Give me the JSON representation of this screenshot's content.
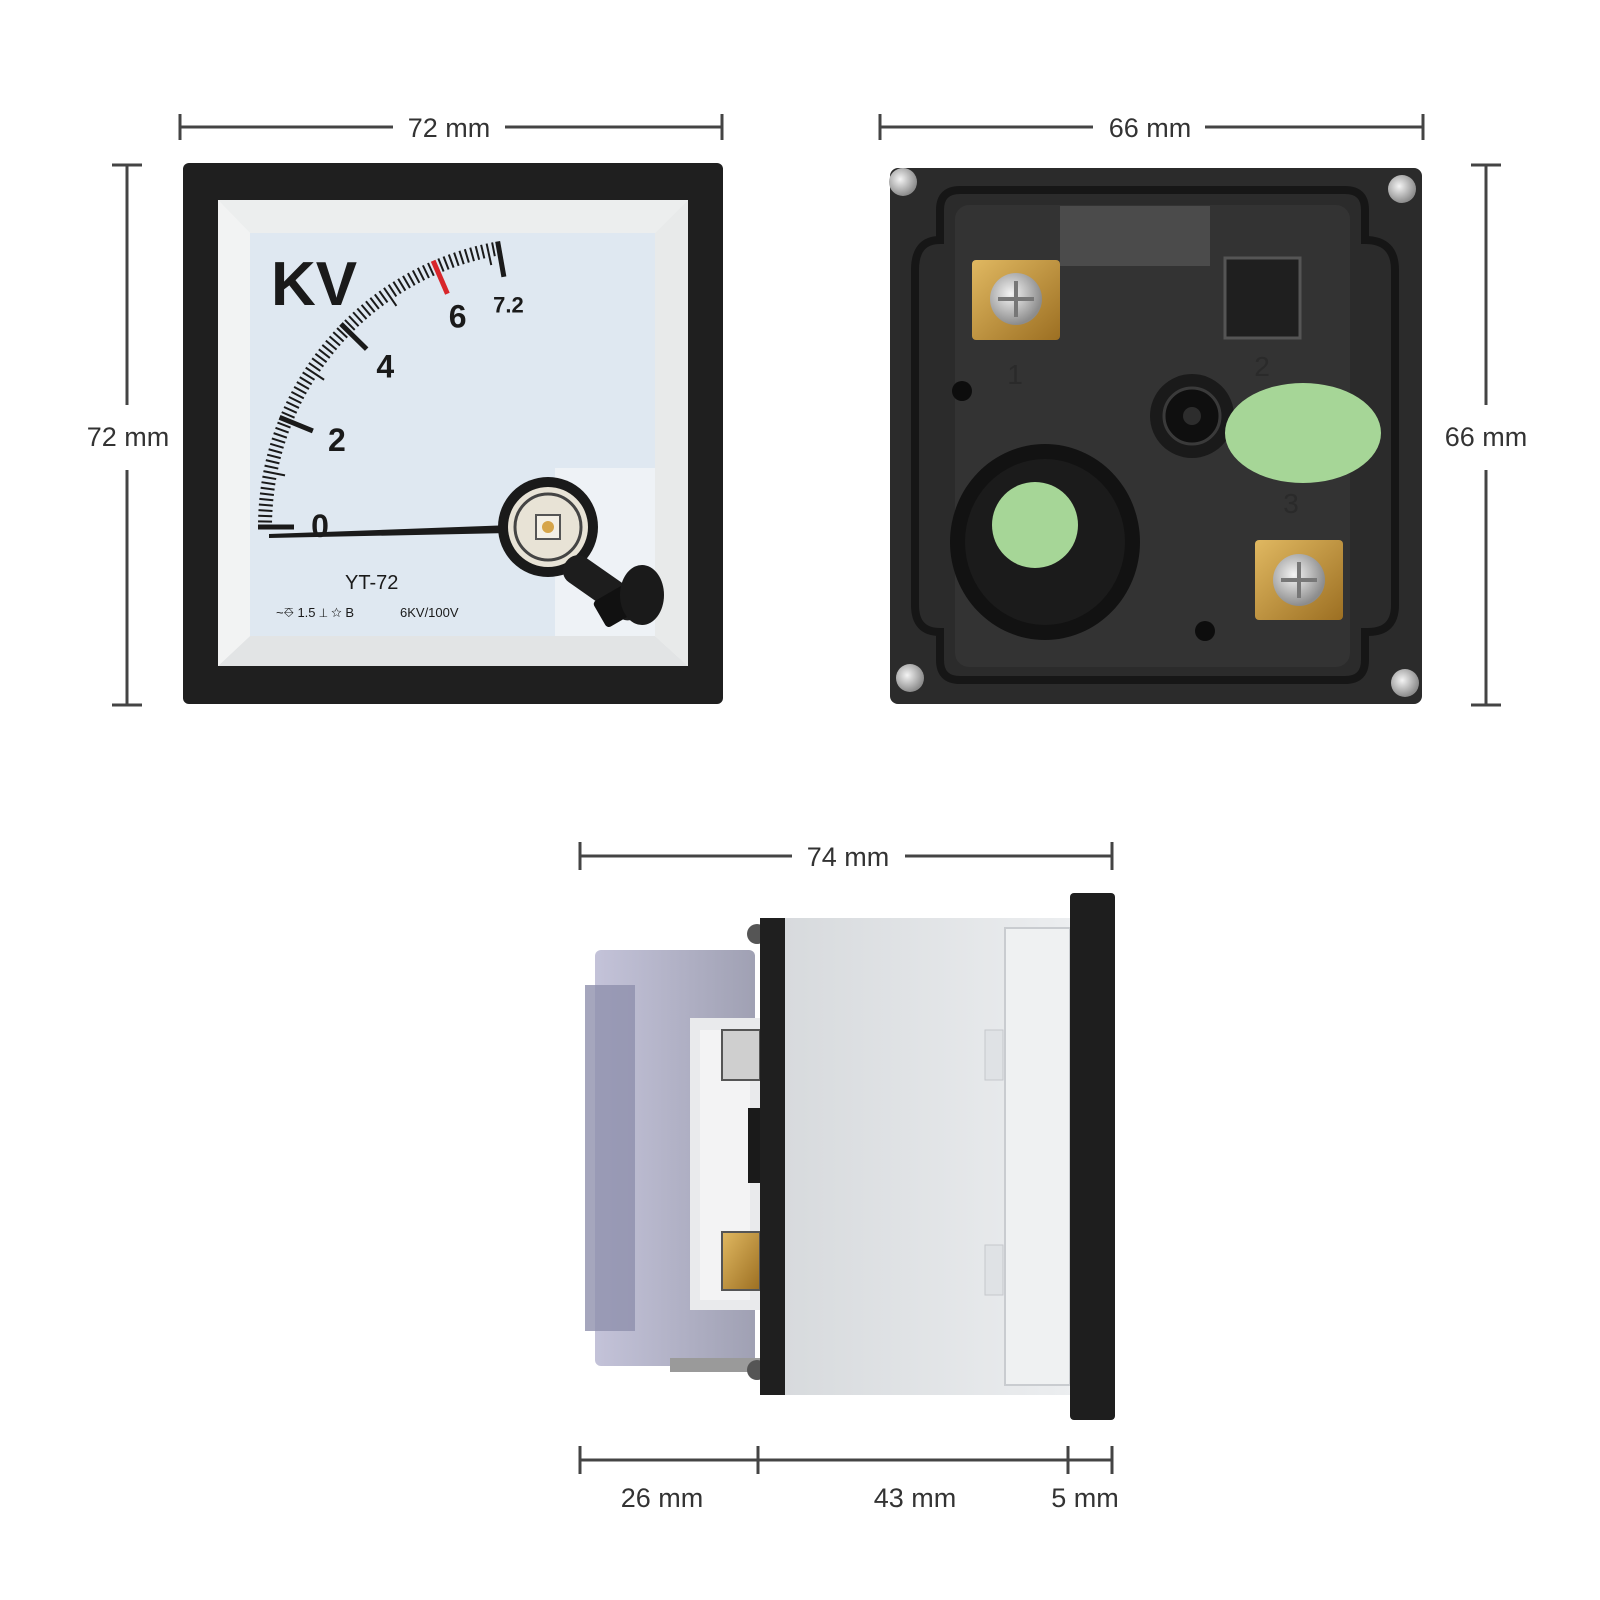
{
  "dimensions": {
    "front_width": "72 mm",
    "front_height": "72 mm",
    "back_width": "66 mm",
    "back_height": "66 mm",
    "side_total": "74 mm",
    "side_rear": "26 mm",
    "side_body": "43 mm",
    "side_bezel": "5 mm"
  },
  "meter_face": {
    "unit": "KV",
    "scale_labels": [
      "0",
      "2",
      "4",
      "6",
      "7.2"
    ],
    "scale_min": 0,
    "scale_max": 7.2,
    "red_mark_value": 6,
    "needle_value": 0,
    "model": "YT-72",
    "symbols": "~⎑ 1.5 ⊥ ☆ B",
    "rating": "6KV/100V"
  },
  "back_terminals": [
    "1",
    "2",
    "3"
  ],
  "colors": {
    "bezel": "#1f1f1f",
    "dial": "#dfe8f1",
    "red_mark": "#d8262b",
    "green_sticker": "#a6d697",
    "brass": "#c89a3c",
    "housing": "#2b2b2b",
    "side_body": "#e4e6e8"
  }
}
